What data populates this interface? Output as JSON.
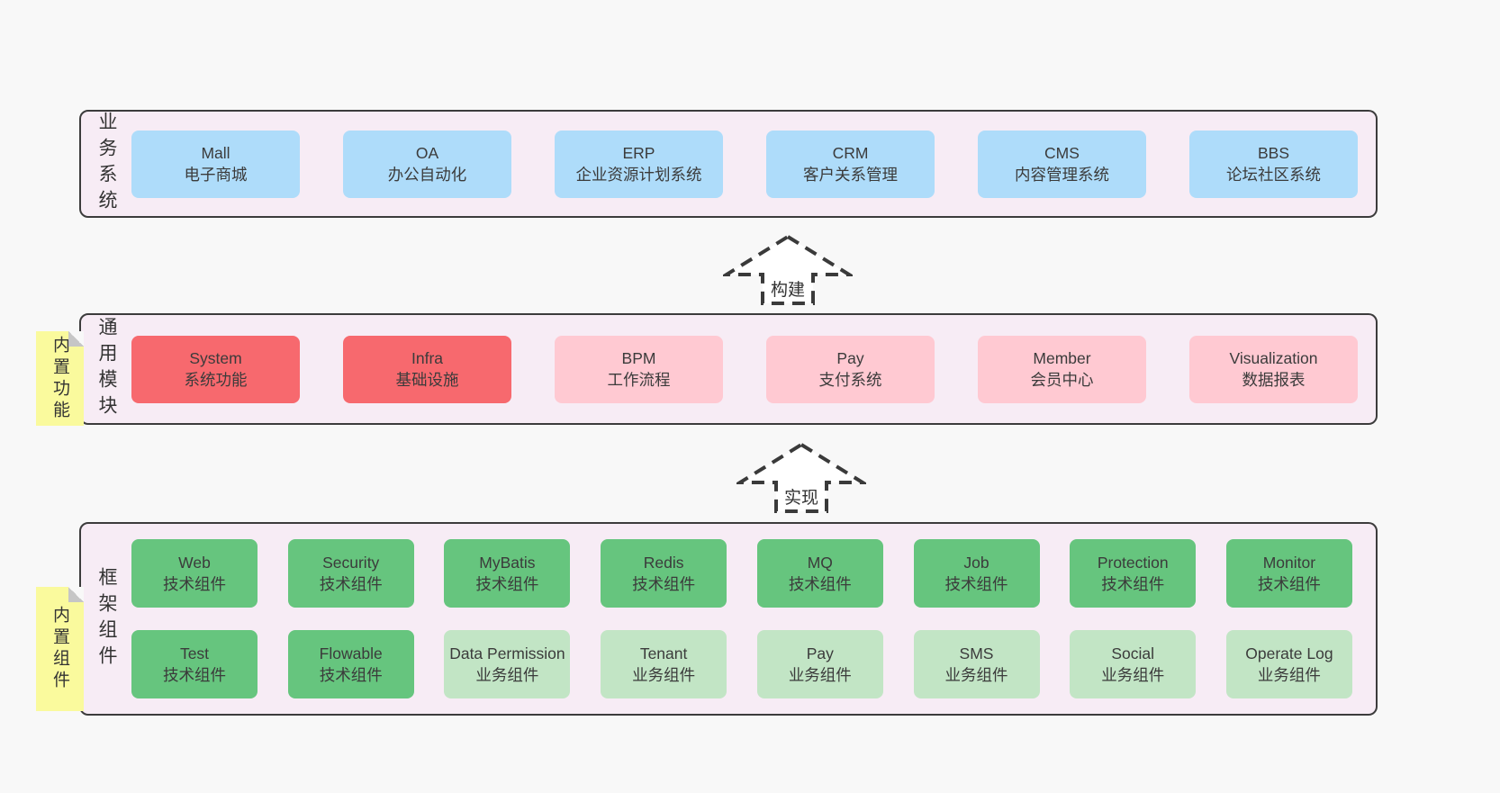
{
  "colors": {
    "page_bg": "#f8f8f8",
    "band_bg": "#f7ecf5",
    "band_border": "#3c3c3c",
    "blue_box": "#aedcfa",
    "red_box": "#f7696e",
    "pink_box": "#ffc9d2",
    "green_box": "#66c57e",
    "light_green_box": "#c2e5c5",
    "sticky_note": "#fafa9d",
    "text": "#3b3b3b"
  },
  "arrows": [
    {
      "label": "构建"
    },
    {
      "label": "实现"
    }
  ],
  "bands": [
    {
      "label": "业务系统",
      "items": [
        {
          "name": "Mall",
          "desc": "电子商城"
        },
        {
          "name": "OA",
          "desc": "办公自动化"
        },
        {
          "name": "ERP",
          "desc": "企业资源计划系统"
        },
        {
          "name": "CRM",
          "desc": "客户关系管理"
        },
        {
          "name": "CMS",
          "desc": "内容管理系统"
        },
        {
          "name": "BBS",
          "desc": "论坛社区系统"
        }
      ]
    },
    {
      "label": "通用模块",
      "sticky": "内置功能",
      "items": [
        {
          "name": "System",
          "desc": "系统功能"
        },
        {
          "name": "Infra",
          "desc": "基础设施"
        },
        {
          "name": "BPM",
          "desc": "工作流程"
        },
        {
          "name": "Pay",
          "desc": "支付系统"
        },
        {
          "name": "Member",
          "desc": "会员中心"
        },
        {
          "name": "Visualization",
          "desc": "数据报表"
        }
      ]
    },
    {
      "label": "框架组件",
      "sticky": "内置组件",
      "row1": [
        {
          "name": "Web",
          "desc": "技术组件"
        },
        {
          "name": "Security",
          "desc": "技术组件"
        },
        {
          "name": "MyBatis",
          "desc": "技术组件"
        },
        {
          "name": "Redis",
          "desc": "技术组件"
        },
        {
          "name": "MQ",
          "desc": "技术组件"
        },
        {
          "name": "Job",
          "desc": "技术组件"
        },
        {
          "name": "Protection",
          "desc": "技术组件"
        },
        {
          "name": "Monitor",
          "desc": "技术组件"
        }
      ],
      "row2": [
        {
          "name": "Test",
          "desc": "技术组件"
        },
        {
          "name": "Flowable",
          "desc": "技术组件"
        },
        {
          "name": "Data Permission",
          "desc": "业务组件"
        },
        {
          "name": "Tenant",
          "desc": "业务组件"
        },
        {
          "name": "Pay",
          "desc": "业务组件"
        },
        {
          "name": "SMS",
          "desc": "业务组件"
        },
        {
          "name": "Social",
          "desc": "业务组件"
        },
        {
          "name": "Operate Log",
          "desc": "业务组件"
        }
      ]
    }
  ]
}
